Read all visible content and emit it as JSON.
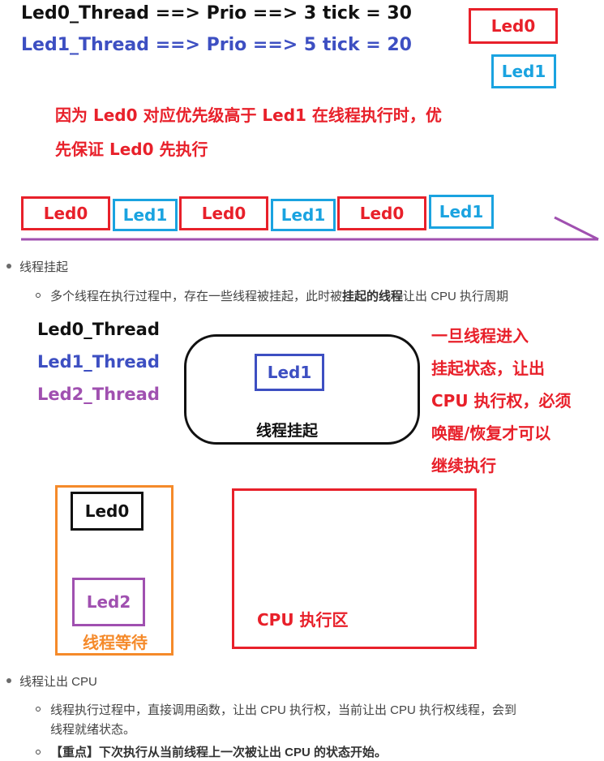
{
  "top": {
    "line1": "Led0_Thread ==> Prio ==> 3 tick = 30",
    "line2": "Led1_Thread ==> Prio ==> 5 tick = 20",
    "box_led0": "Led0",
    "box_led1": "Led1",
    "note_line1": "因为 Led0 对应优先级高于 Led1 在线程执行时，优",
    "note_line2": "先保证 Led0 先执行"
  },
  "timeline": [
    "Led0",
    "Led1",
    "Led0",
    "Led1",
    "Led0",
    "Led1"
  ],
  "section1": {
    "bullet": "线程挂起",
    "sub_pre": "多个线程在执行过程中，存在一些线程被挂起，此时被",
    "sub_bold": "挂起的线程",
    "sub_post": "让出 CPU 执行周期"
  },
  "diagram": {
    "thread0": "Led0_Thread",
    "thread1": "Led1_Thread",
    "thread2": "Led2_Thread",
    "suspend_box_item": "Led1",
    "suspend_label": "线程挂起",
    "note": [
      "一旦线程进入",
      "挂起状态，让出",
      "CPU 执行权，必须",
      "唤醒/恢复才可以",
      "继续执行"
    ],
    "wait_item0": "Led0",
    "wait_item2": "Led2",
    "wait_label": "线程等待",
    "cpu_label": "CPU 执行区"
  },
  "section2": {
    "bullet": "线程让出 CPU",
    "sub1_line1": "线程执行过程中，直接调用函数，让出 CPU 执行权，当前让出 CPU 执行权线程，会到",
    "sub1_line2": "线程就绪状态。",
    "sub2": "【重点】下次执行从当前线程上一次被让出 CPU 的状态开始。"
  },
  "colors": {
    "red": "#e8202a",
    "cyan": "#1aa3e0",
    "blue": "#3d4fc2",
    "purple": "#a050b0",
    "orange": "#f58a2a"
  }
}
